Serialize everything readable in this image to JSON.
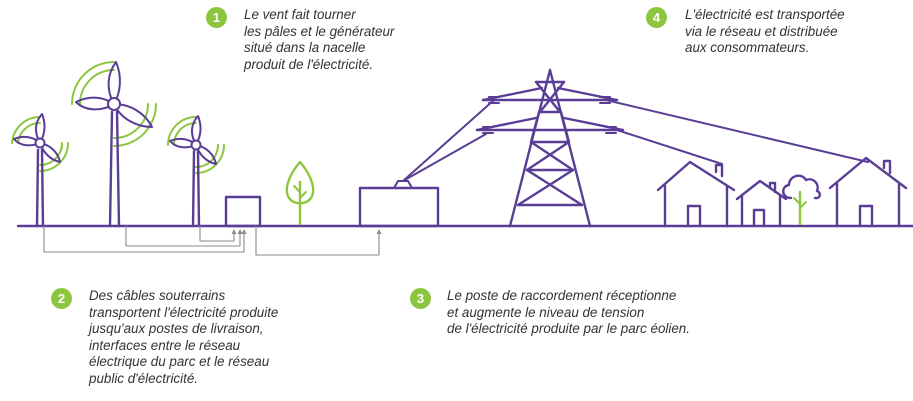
{
  "colors": {
    "purple": "#5a3e96",
    "green": "#8cc63f",
    "arrow": "#8a8a8a",
    "text": "#333333"
  },
  "steps": [
    {
      "number": "1",
      "text": "Le vent fait tourner\nles pâles et le générateur\nsitué dans la nacelle\nproduit de l'électricité."
    },
    {
      "number": "2",
      "text": "Des câbles souterrains\ntransportent l'électricité produite\njusqu'aux postes de livraison,\ninterfaces entre le réseau\nélectrique du parc et le réseau\npublic d'électricité."
    },
    {
      "number": "3",
      "text": "Le poste de raccordement réceptionne\net augmente le niveau de tension\nde l'électricité produite par le parc éolien."
    },
    {
      "number": "4",
      "text": "L'électricité est transportée\nvia le réseau et distribuée\naux consommateurs."
    }
  ]
}
